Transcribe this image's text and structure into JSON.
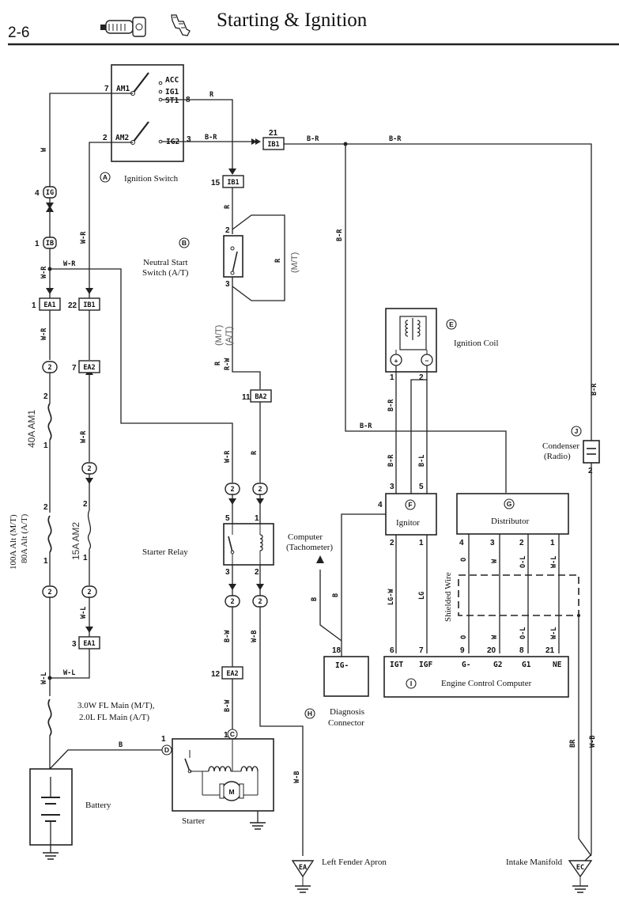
{
  "header": {
    "page_number": "2-6",
    "title": "Starting & Ignition"
  },
  "labels": {
    "ignition_switch": "Ignition Switch",
    "neutral_start_1": "Neutral Start",
    "neutral_start_2": "Switch (A/T)",
    "ignition_coil": "Ignition Coil",
    "condenser_1": "Condenser",
    "condenser_2": "(Radio)",
    "ignitor": "Ignitor",
    "distributor": "Distributor",
    "computer_1": "Computer",
    "computer_2": "(Tachometer)",
    "starter_relay": "Starter Relay",
    "shielded_wire": "Shielded Wire",
    "engine_control_computer": "Engine Control Computer",
    "fl_main_1": "3.0W FL Main (M/T),",
    "fl_main_2": "2.0L FL Main (A/T)",
    "diagnosis_1": "Diagnosis",
    "diagnosis_2": "Connector",
    "battery": "Battery",
    "starter": "Starter",
    "left_fender": "Left Fender Apron",
    "intake_manifold": "Intake Manifold",
    "alt_1": "100A Alt (M/T)",
    "alt_2": "80A Alt (A/T)"
  },
  "fuses": {
    "am1": "40A AM1",
    "am2": "15A AM2"
  },
  "switch_terminals": {
    "acc": "ACC",
    "ig1": "IG1",
    "st1": "ST1",
    "ig2": "IG2",
    "am1": "AM1",
    "am2": "AM2",
    "pin7": "7",
    "pin2": "2",
    "pin8": "8",
    "pin3": "3"
  },
  "connectors": {
    "ib1_21": "IB1",
    "ib1_15": "IB1",
    "ib1_22": "IB1",
    "ea1_1": "EA1",
    "ea1_3": "EA1",
    "ea2_7": "EA2",
    "ea2_12": "EA2",
    "ba2_11": "BA2",
    "ig_4": "IG",
    "ib_1": "IB",
    "ig_minus": "IG-",
    "ground_ea": "EA",
    "ground_ec": "EC"
  },
  "ecu_terminals": [
    "IGT",
    "IGF",
    "G-",
    "G2",
    "G1",
    "NE"
  ],
  "callouts": [
    "A",
    "B",
    "C",
    "D",
    "E",
    "F",
    "G",
    "H",
    "I",
    "J"
  ],
  "wire_colors": {
    "r": "R",
    "br": "B-R",
    "w": "W",
    "wr": "W-R",
    "wl": "W-L",
    "b": "B",
    "wb": "W-B",
    "bw": "B-W",
    "rw": "R-W",
    "bl": "B-L",
    "lgw": "LG-W",
    "lg": "LG",
    "o": "O",
    "ol": "O-L",
    "br_lower": "BR"
  },
  "mt_at": {
    "mt": "(M/T)",
    "at": "(A/T)"
  },
  "pins": {
    "n1": "1",
    "n2": "2",
    "n3": "3",
    "n4": "4",
    "n5": "5",
    "n6": "6",
    "n7": "7",
    "n8": "8",
    "n9": "9",
    "n11": "11",
    "n12": "12",
    "n15": "15",
    "n18": "18",
    "n20": "20",
    "n21": "21",
    "n22": "22"
  }
}
